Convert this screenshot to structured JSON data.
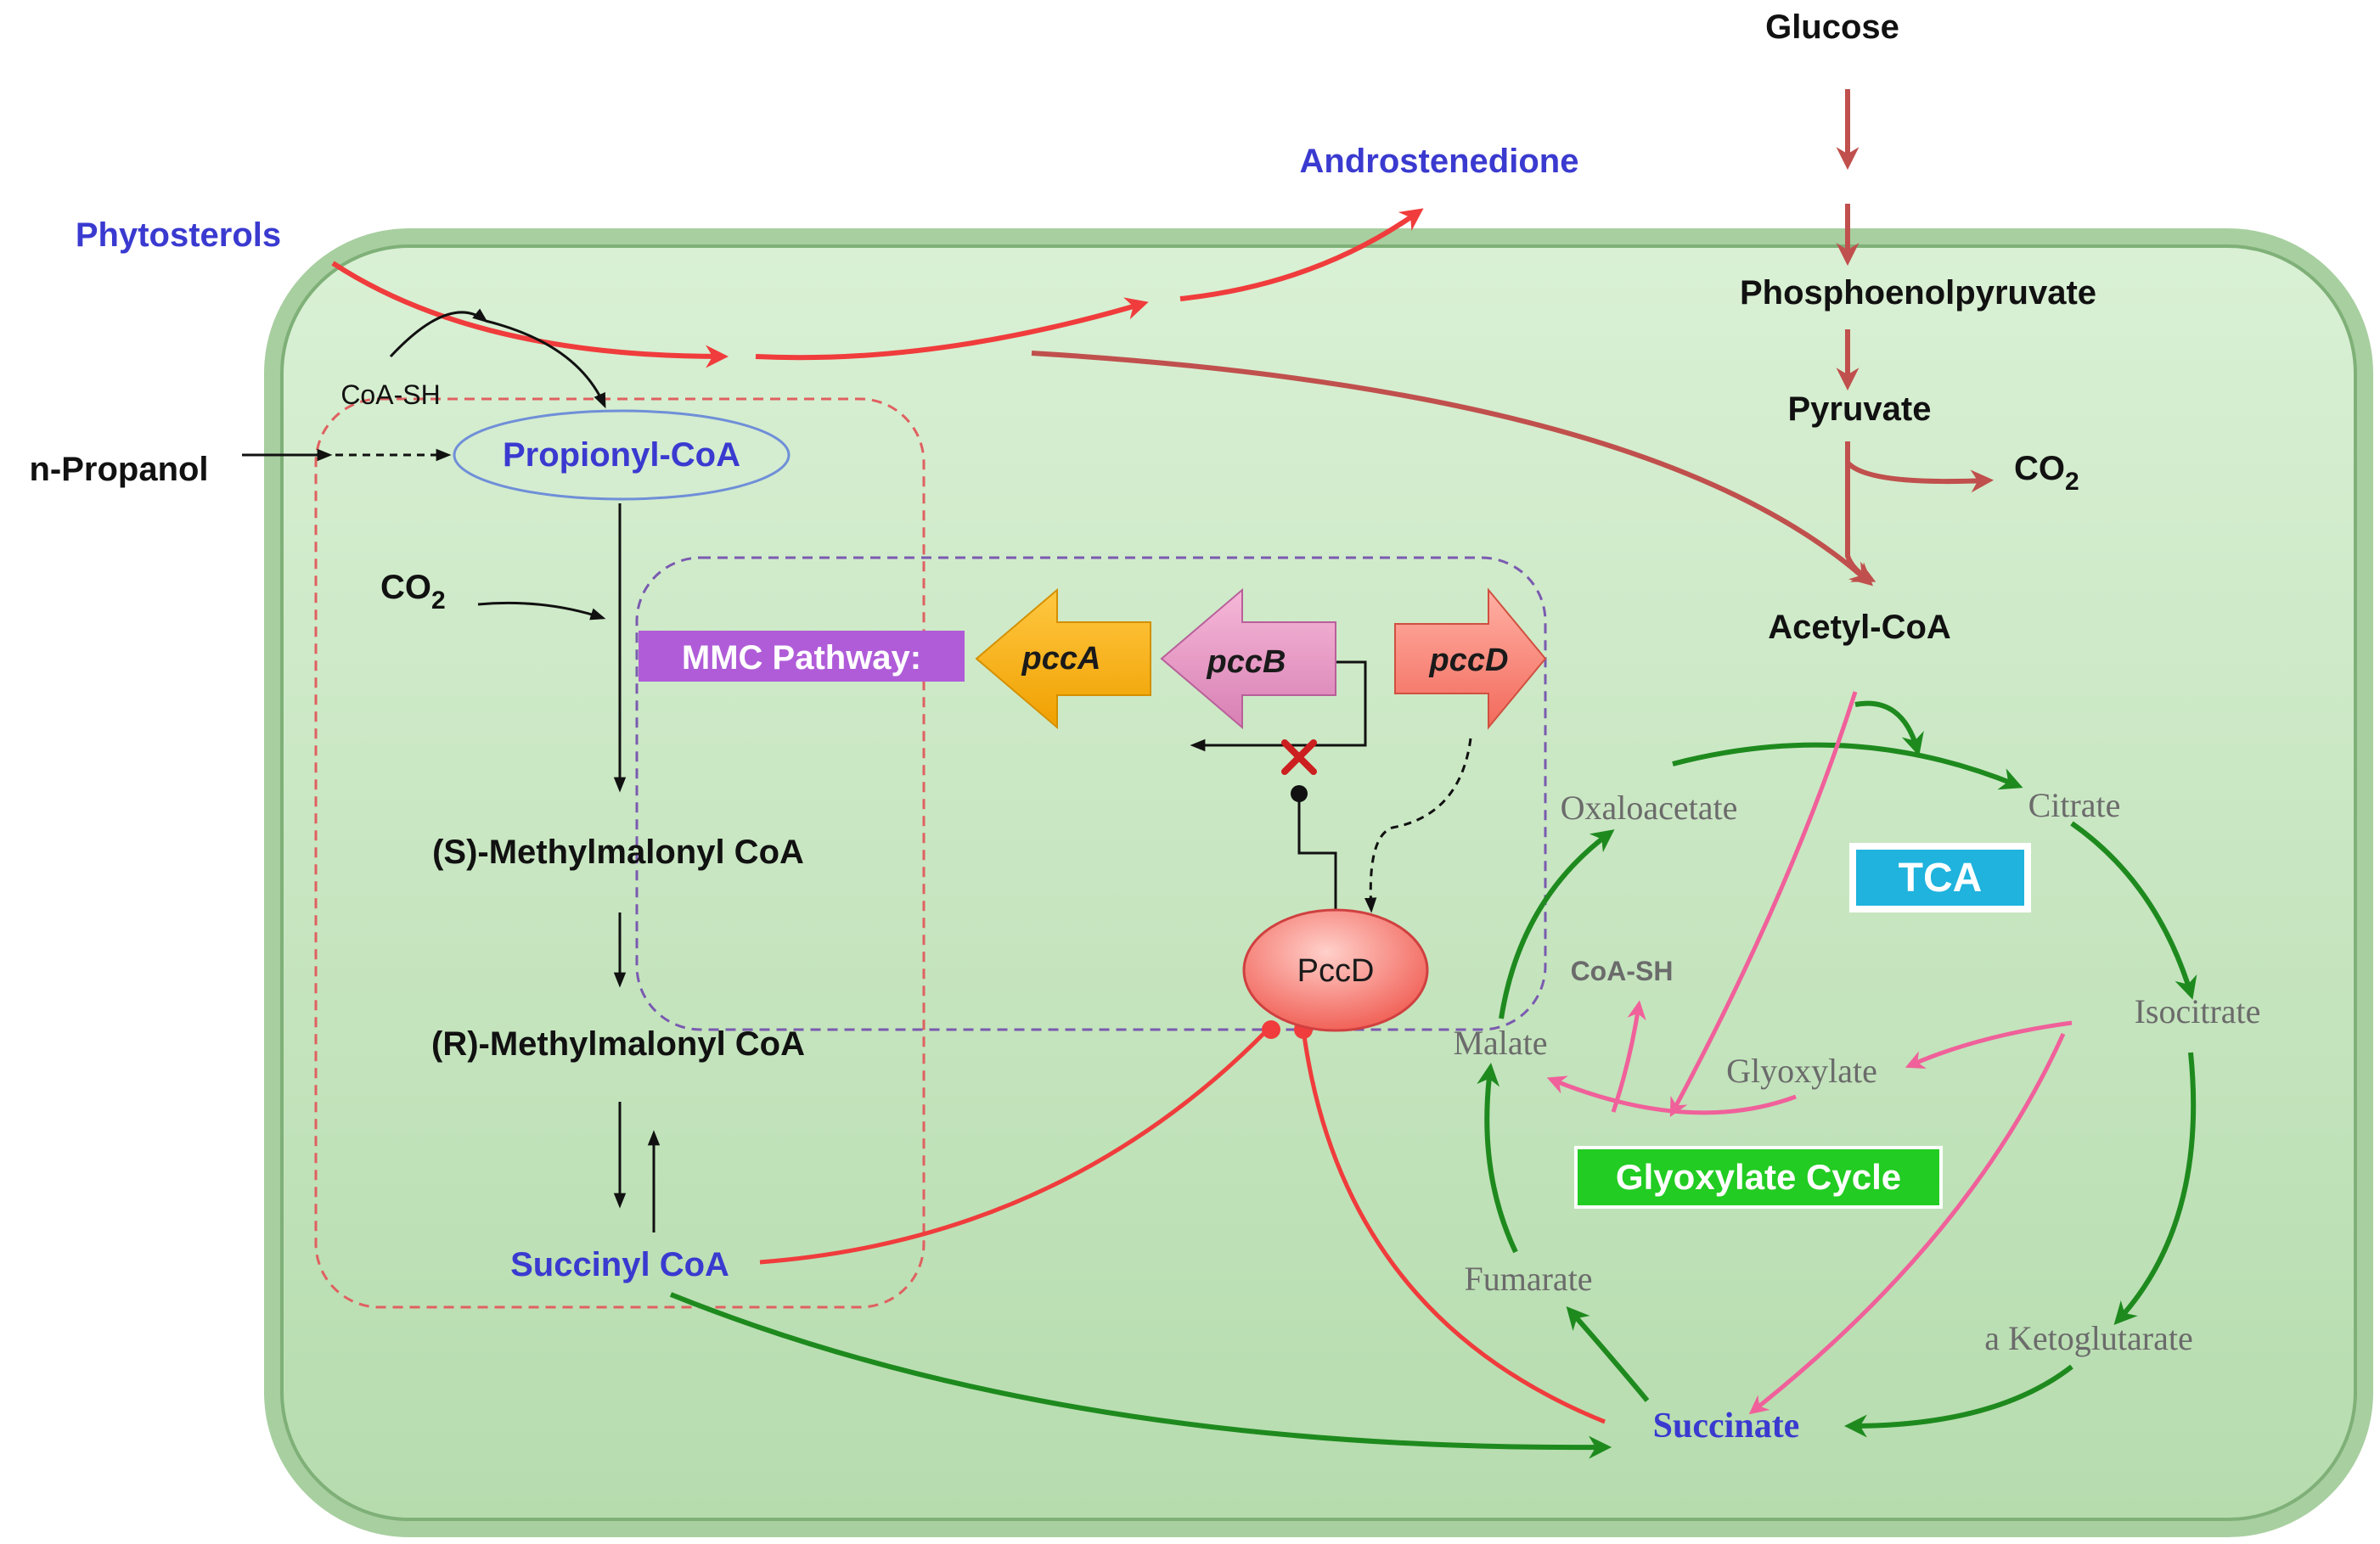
{
  "labels": {
    "glucose": "Glucose",
    "androstenedione": "Androstenedione",
    "phytosterols": "Phytosterols",
    "pep": "Phosphoenolpyruvate",
    "pyruvate": "Pyruvate",
    "co2_pyruvate": "CO",
    "co2_pyruvate_sub": "2",
    "coa_sh_top": "CoA-SH",
    "n_propanol": "n-Propanol",
    "propionyl_coa": "Propionyl-CoA",
    "co2_left": "CO",
    "co2_left_sub": "2",
    "mmc_pathway": "MMC Pathway:",
    "pcca": "pccA",
    "pccb": "pccB",
    "pccd_gene": "pccD",
    "acetyl_coa": "Acetyl-CoA",
    "oxaloacetate": "Oxaloacetate",
    "citrate": "Citrate",
    "tca": "TCA",
    "s_methylmalonyl": "(S)-Methylmalonyl CoA",
    "pccd_protein": "PccD",
    "coa_sh_mid": "CoA-SH",
    "isocitrate": "Isocitrate",
    "r_methylmalonyl": "(R)-Methylmalonyl CoA",
    "malate": "Malate",
    "glyoxylate": "Glyoxylate",
    "glyoxylate_cycle": "Glyoxylate Cycle",
    "succinyl_coa": "Succinyl CoA",
    "fumarate": "Fumarate",
    "a_ketoglutarate": "a Ketoglutarate",
    "succinate": "Succinate"
  },
  "colors": {
    "cell_fill": "#c9e8c4",
    "cell_border": "#8fbf88",
    "sterol_flux": "#f03c3c",
    "glycolysis": "#c0504d",
    "tca_cycle": "#1e8a1e",
    "glyoxylate_shunt": "#f0609a",
    "mmc_box": "#7a5ab0",
    "propionyl_box": "#e06060",
    "pcca_fill": "#ffb000",
    "pccb_fill": "#e890c0",
    "pccd_fill": "#ff8070",
    "mmc_label_bg": "#b05cd8",
    "tca_label_bg": "#1fb3de",
    "glyox_label_bg": "#22cc22",
    "blue_text": "#3a3ad0"
  }
}
